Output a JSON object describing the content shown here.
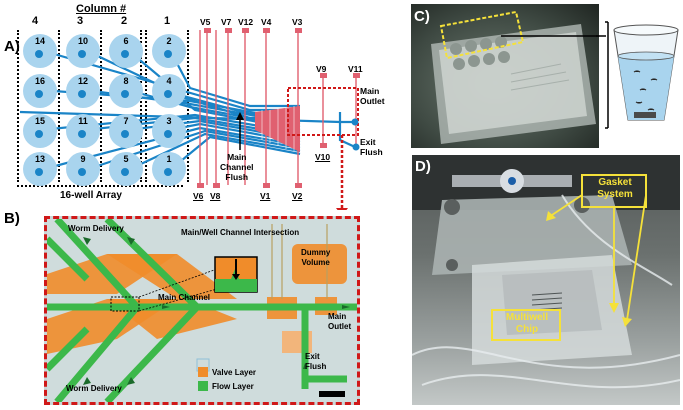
{
  "panels": {
    "a": {
      "label": "A)",
      "column_title": "Column #",
      "columns": [
        "4",
        "3",
        "2",
        "1"
      ],
      "wells": [
        [
          "14",
          "10",
          "6",
          "2"
        ],
        [
          "16",
          "12",
          "8",
          "4"
        ],
        [
          "15",
          "11",
          "7",
          "3"
        ],
        [
          "13",
          "9",
          "5",
          "1"
        ]
      ],
      "array_label": "16-well Array",
      "valves_top": [
        "V5",
        "V7",
        "V12",
        "V4",
        "V3"
      ],
      "valves_bottom": [
        "V6",
        "V8",
        "V1",
        "V2"
      ],
      "valves_mid": [
        "V9",
        "V11",
        "V10"
      ],
      "main_channel_flush": "Main\nChannel\nFlush",
      "main_outlet": "Main\nOutlet",
      "exit_flush": "Exit\nFlush"
    },
    "b": {
      "label": "B)",
      "worm_delivery_top": "Worm Delivery",
      "worm_delivery_bottom": "Worm Delivery",
      "intersection": "Main/Well Channel Intersection",
      "dummy_volume": "Dummy\nVolume",
      "main_channel": "Main Channel",
      "main_outlet": "Main\nOutlet",
      "exit_flush": "Exit\nFlush",
      "legend": [
        {
          "name": "Valve Layer",
          "color": "#f08c2a"
        },
        {
          "name": "Flow Layer",
          "color": "#3cb84a"
        }
      ]
    },
    "c": {
      "label": "C)"
    },
    "d": {
      "label": "D)",
      "gasket": "Gasket\nSystem",
      "multiwell": "Multiwell\nChip"
    }
  },
  "colors": {
    "flow": "#1a84c7",
    "valve": "#e06070",
    "highlight": "#ffff00",
    "dashed_red": "#d01818",
    "valve_layer": "#f08c2a",
    "flow_layer": "#3cb84a"
  }
}
